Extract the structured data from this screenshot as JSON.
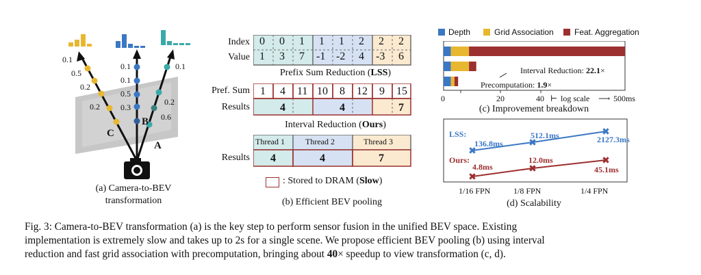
{
  "panel_a": {
    "caption_line1": "(a) Camera-to-BEV",
    "caption_line2": "transformation",
    "labels": {
      "A": "A",
      "B": "B",
      "C": "C"
    },
    "depth_probs": {
      "left": [
        "0.1",
        "0.5",
        "0.2",
        "0.2"
      ],
      "middle": [
        "0.1",
        "0.1",
        "0.5",
        "0.3"
      ],
      "right": [
        "0.1",
        "0.2",
        "0.6"
      ]
    },
    "colors": {
      "yellow": "#e8b730",
      "blue": "#3b78c4",
      "teal": "#3aa9a8",
      "gray": "#6a6a6a"
    }
  },
  "panel_b": {
    "index_label": "Index",
    "value_label": "Value",
    "index": [
      "0",
      "0",
      "1",
      "1",
      "1",
      "2",
      "2",
      "2"
    ],
    "value": [
      "1",
      "3",
      "7",
      "-1",
      "-2",
      "4",
      "-3",
      "6"
    ],
    "lss_title_prefix": "Prefix Sum Reduction (",
    "lss_title_bold": "LSS",
    "lss_title_suffix": ")",
    "pref_label": "Pref. Sum",
    "pref_sum": [
      "1",
      "4",
      "11",
      "10",
      "8",
      "12",
      "9",
      "15"
    ],
    "results_label": "Results",
    "results": [
      "",
      "4",
      "",
      "",
      "4",
      "",
      "",
      "7"
    ],
    "ours_title_prefix": "Interval Reduction (",
    "ours_title_bold": "Ours",
    "ours_title_suffix": ")",
    "threads": [
      "Thread 1",
      "Thread 2",
      "Thread 3"
    ],
    "results2_label": "Results",
    "results2": [
      "4",
      "4",
      "7"
    ],
    "legend_prefix": ": Stored to DRAM (",
    "legend_bold": "Slow",
    "legend_suffix": ")",
    "caption": "(b) Efficient BEV pooling",
    "colors": {
      "teal_bg": "#d3ebea",
      "blue_bg": "#d6e2f3",
      "peach_bg": "#fbead0",
      "border": "#6b6b6b",
      "red": "#9c2f2f"
    }
  },
  "panel_c": {
    "legend": [
      "Depth",
      "Grid Association",
      "Feat. Aggregation"
    ],
    "legend_colors": [
      "#3b78c4",
      "#e8b730",
      "#9c2f2f"
    ],
    "bars": [
      {
        "depth": 4,
        "grid": 10,
        "feat": 86
      },
      {
        "depth": 4,
        "grid": 10,
        "feat": 4
      },
      {
        "depth": 4,
        "grid": 2,
        "feat": 2
      }
    ],
    "annot1_text": "Interval Reduction: ",
    "annot1_bold": "22.1",
    "annot1_suffix": "×",
    "annot2_text": "Precomputation: ",
    "annot2_bold": "1.9",
    "annot2_suffix": "×",
    "ticks": [
      "0",
      "20",
      "40"
    ],
    "scale_text": "log scale",
    "end_label": "500ms",
    "caption": "(c) Improvement breakdown"
  },
  "panel_d": {
    "chart_data": {
      "type": "line",
      "categories": [
        "1/16 FPN",
        "1/8 FPN",
        "1/4 FPN"
      ],
      "series": [
        {
          "name": "LSS:",
          "values": [
            "136.8ms",
            "512.1ms",
            "2127.3ms"
          ],
          "color": "#3b78c4"
        },
        {
          "name": "Ours:",
          "values": [
            "4.8ms",
            "12.0ms",
            "45.1ms"
          ],
          "color": "#9c2f2f"
        }
      ]
    },
    "caption": "(d) Scalability"
  },
  "figure_caption": {
    "line1": "Fig. 3: Camera-to-BEV transformation (a) is the key step to perform sensor fusion in the unified BEV space. Existing",
    "line2": "implementation is extremely slow and takes up to 2s for a single scene. We propose efficient BEV pooling (b) using interval",
    "line3_prefix": "reduction and fast grid association with precomputation, bringing about ",
    "line3_bold": "40",
    "line3_suffix": "× speedup to view transformation (c, d)."
  }
}
